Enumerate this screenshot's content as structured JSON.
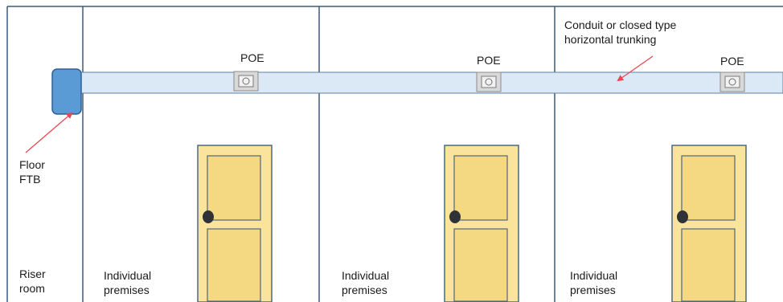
{
  "labels": {
    "floor_ftb": [
      "Floor",
      "FTB"
    ],
    "riser_room": [
      "Riser",
      "room"
    ],
    "poe": "POE",
    "conduit": [
      "Conduit or closed type",
      "horizontal trunking"
    ],
    "premises": [
      "Individual",
      "premises"
    ]
  },
  "colors": {
    "wall": "#3b5a78",
    "trunking_fill": "#dbe8f5",
    "trunking_stroke": "#5b7fa5",
    "ftb_fill": "#5b9bd5",
    "ftb_stroke": "#2e5f94",
    "door_fill": "#fae39a",
    "door_panel": "#f5d882",
    "door_stroke": "#4c6685",
    "knob": "#2f3338",
    "arrow": "#e8474f",
    "poe_fill": "#d9d9d9",
    "poe_stroke": "#8c8c8c"
  }
}
